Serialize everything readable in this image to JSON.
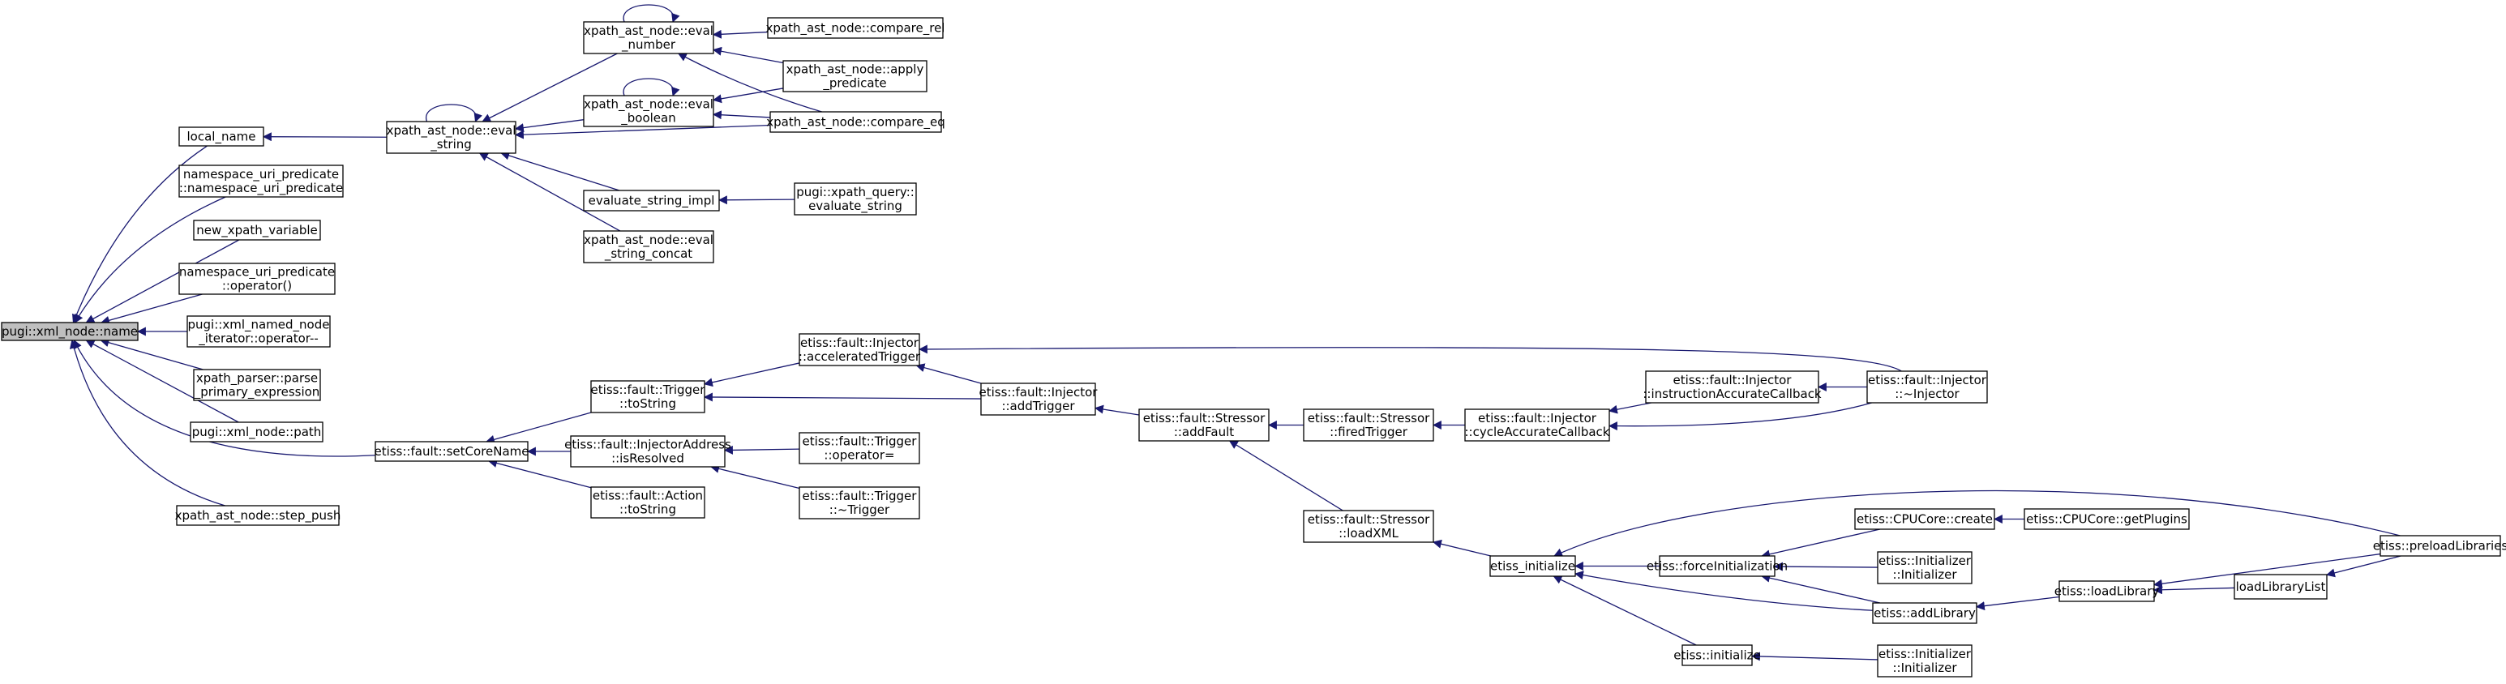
{
  "title": "",
  "colors": {
    "edge": "#191970",
    "node_border": "#000000",
    "root_fill": "#bfbfbf",
    "node_fill": "#ffffff"
  },
  "nodes": [
    {
      "id": "n_name",
      "lines": [
        "pugi::xml_node::name"
      ],
      "root": true
    },
    {
      "id": "n_local_name",
      "lines": [
        "local_name"
      ]
    },
    {
      "id": "n_ns_pred",
      "lines": [
        "namespace_uri_predicate",
        "::namespace_uri_predicate"
      ]
    },
    {
      "id": "n_new_var",
      "lines": [
        "new_xpath_variable"
      ]
    },
    {
      "id": "n_ns_op",
      "lines": [
        "namespace_uri_predicate",
        "::operator()"
      ]
    },
    {
      "id": "n_named_iter",
      "lines": [
        "pugi::xml_named_node",
        "_iterator::operator--"
      ]
    },
    {
      "id": "n_parse_primary",
      "lines": [
        "xpath_parser::parse",
        "_primary_expression"
      ]
    },
    {
      "id": "n_path",
      "lines": [
        "pugi::xml_node::path"
      ]
    },
    {
      "id": "n_step_push",
      "lines": [
        "xpath_ast_node::step_push"
      ]
    },
    {
      "id": "n_eval_string",
      "lines": [
        "xpath_ast_node::eval",
        "_string"
      ]
    },
    {
      "id": "n_eval_number",
      "lines": [
        "xpath_ast_node::eval",
        "_number"
      ]
    },
    {
      "id": "n_eval_boolean",
      "lines": [
        "xpath_ast_node::eval",
        "_boolean"
      ]
    },
    {
      "id": "n_eval_str_impl",
      "lines": [
        "evaluate_string_impl"
      ]
    },
    {
      "id": "n_eval_concat",
      "lines": [
        "xpath_ast_node::eval",
        "_string_concat"
      ]
    },
    {
      "id": "n_compare_rel",
      "lines": [
        "xpath_ast_node::compare_rel"
      ]
    },
    {
      "id": "n_apply_pred",
      "lines": [
        "xpath_ast_node::apply",
        "_predicate"
      ]
    },
    {
      "id": "n_compare_eq",
      "lines": [
        "xpath_ast_node::compare_eq"
      ]
    },
    {
      "id": "n_query_eval",
      "lines": [
        "pugi::xpath_query::",
        "evaluate_string"
      ]
    },
    {
      "id": "n_setCoreName",
      "lines": [
        "etiss::fault::setCoreName"
      ]
    },
    {
      "id": "n_trig_tostr",
      "lines": [
        "etiss::fault::Trigger",
        "::toString"
      ]
    },
    {
      "id": "n_inj_isres",
      "lines": [
        "etiss::fault::InjectorAddress",
        "::isResolved"
      ]
    },
    {
      "id": "n_act_tostr",
      "lines": [
        "etiss::fault::Action",
        "::toString"
      ]
    },
    {
      "id": "n_acc_trig",
      "lines": [
        "etiss::fault::Injector",
        "::acceleratedTrigger"
      ]
    },
    {
      "id": "n_add_trig",
      "lines": [
        "etiss::fault::Injector",
        "::addTrigger"
      ]
    },
    {
      "id": "n_trig_opeq",
      "lines": [
        "etiss::fault::Trigger",
        "::operator="
      ]
    },
    {
      "id": "n_trig_dtor",
      "lines": [
        "etiss::fault::Trigger",
        "::~Trigger"
      ]
    },
    {
      "id": "n_addFault",
      "lines": [
        "etiss::fault::Stressor",
        "::addFault"
      ]
    },
    {
      "id": "n_firedTrig",
      "lines": [
        "etiss::fault::Stressor",
        "::firedTrigger"
      ]
    },
    {
      "id": "n_loadXML",
      "lines": [
        "etiss::fault::Stressor",
        "::loadXML"
      ]
    },
    {
      "id": "n_cycleAcc",
      "lines": [
        "etiss::fault::Injector",
        "::cycleAccurateCallback"
      ]
    },
    {
      "id": "n_instrAcc",
      "lines": [
        "etiss::fault::Injector",
        "::instructionAccurateCallback"
      ]
    },
    {
      "id": "n_inj_dtor",
      "lines": [
        "etiss::fault::Injector",
        "::~Injector"
      ]
    },
    {
      "id": "n_etiss_init",
      "lines": [
        "etiss_initialize"
      ]
    },
    {
      "id": "n_forceInit",
      "lines": [
        "etiss::forceInitialization"
      ]
    },
    {
      "id": "n_etiss_initialize",
      "lines": [
        "etiss::initialize"
      ]
    },
    {
      "id": "n_cpucore_create",
      "lines": [
        "etiss::CPUCore::create"
      ]
    },
    {
      "id": "n_initializer1",
      "lines": [
        "etiss::Initializer",
        "::Initializer"
      ]
    },
    {
      "id": "n_addLibrary",
      "lines": [
        "etiss::addLibrary"
      ]
    },
    {
      "id": "n_initializer2",
      "lines": [
        "etiss::Initializer",
        "::Initializer"
      ]
    },
    {
      "id": "n_getPlugins",
      "lines": [
        "etiss::CPUCore::getPlugins"
      ]
    },
    {
      "id": "n_loadLibrary",
      "lines": [
        "etiss::loadLibrary"
      ]
    },
    {
      "id": "n_loadLibList",
      "lines": [
        "loadLibraryList"
      ]
    },
    {
      "id": "n_preload",
      "lines": [
        "etiss::preloadLibraries"
      ]
    }
  ]
}
